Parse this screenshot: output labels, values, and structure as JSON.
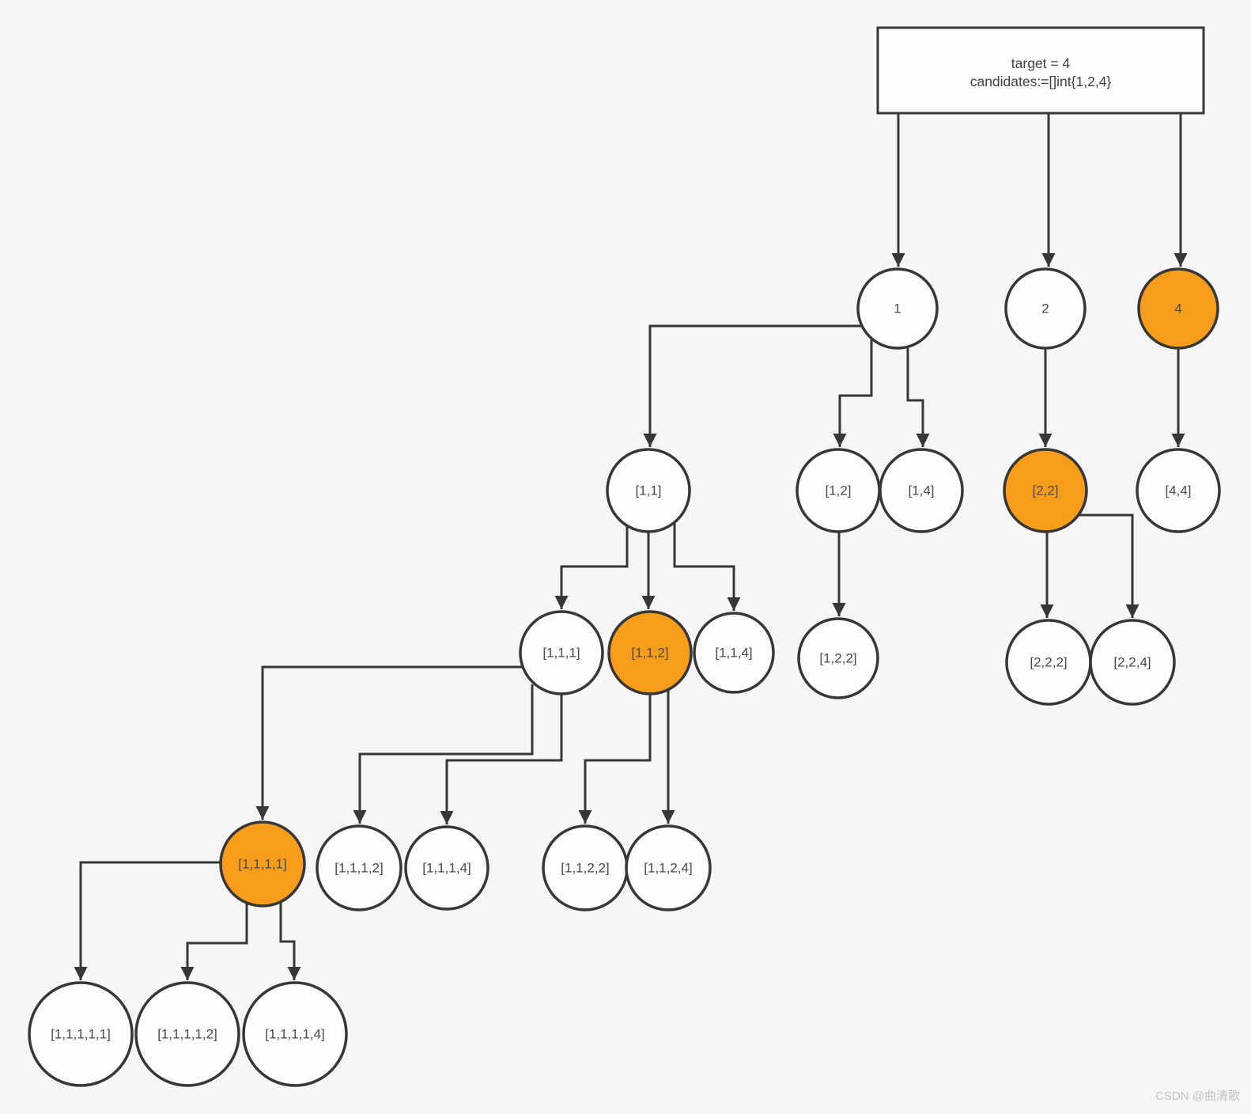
{
  "header_box": {
    "line1": "target = 4",
    "line2": "candidates:=[]int{1,2,4}"
  },
  "nodes": {
    "n_1": {
      "label": "1",
      "highlighted": false
    },
    "n_2": {
      "label": "2",
      "highlighted": false
    },
    "n_4": {
      "label": "4",
      "highlighted": true
    },
    "n_11": {
      "label": "[1,1]",
      "highlighted": false
    },
    "n_12": {
      "label": "[1,2]",
      "highlighted": false
    },
    "n_14": {
      "label": "[1,4]",
      "highlighted": false
    },
    "n_22": {
      "label": "[2,2]",
      "highlighted": true
    },
    "n_44": {
      "label": "[4,4]",
      "highlighted": false
    },
    "n_111": {
      "label": "[1,1,1]",
      "highlighted": false
    },
    "n_112": {
      "label": "[1,1,2]",
      "highlighted": true
    },
    "n_114": {
      "label": "[1,1,4]",
      "highlighted": false
    },
    "n_122": {
      "label": "[1,2,2]",
      "highlighted": false
    },
    "n_222": {
      "label": "[2,2,2]",
      "highlighted": false
    },
    "n_224": {
      "label": "[2,2,4]",
      "highlighted": false
    },
    "n_1111": {
      "label": "[1,1,1,1]",
      "highlighted": true
    },
    "n_1112": {
      "label": "[1,1,1,2]",
      "highlighted": false
    },
    "n_1114": {
      "label": "[1,1,1,4]",
      "highlighted": false
    },
    "n_1122": {
      "label": "[1,1,2,2]",
      "highlighted": false
    },
    "n_1124": {
      "label": "[1,1,2,4]",
      "highlighted": false
    },
    "n_11111": {
      "label": "[1,1,1,1,1]",
      "highlighted": false
    },
    "n_11112": {
      "label": "[1,1,1,1,2]",
      "highlighted": false
    },
    "n_11114": {
      "label": "[1,1,1,1,4]",
      "highlighted": false
    }
  },
  "edges": [
    {
      "from": "params-box",
      "to": "1"
    },
    {
      "from": "params-box",
      "to": "2"
    },
    {
      "from": "params-box",
      "to": "4"
    },
    {
      "from": "1",
      "to": "[1,1]"
    },
    {
      "from": "1",
      "to": "[1,2]"
    },
    {
      "from": "1",
      "to": "[1,4]"
    },
    {
      "from": "2",
      "to": "[2,2]"
    },
    {
      "from": "4",
      "to": "[4,4]"
    },
    {
      "from": "[1,1]",
      "to": "[1,1,1]"
    },
    {
      "from": "[1,1]",
      "to": "[1,1,2]"
    },
    {
      "from": "[1,1]",
      "to": "[1,1,4]"
    },
    {
      "from": "[1,2]",
      "to": "[1,2,2]"
    },
    {
      "from": "[2,2]",
      "to": "[2,2,2]"
    },
    {
      "from": "[2,2]",
      "to": "[2,2,4]"
    },
    {
      "from": "[1,1,1]",
      "to": "[1,1,1,1]"
    },
    {
      "from": "[1,1,1]",
      "to": "[1,1,1,2]"
    },
    {
      "from": "[1,1,1]",
      "to": "[1,1,1,4]"
    },
    {
      "from": "[1,1,2]",
      "to": "[1,1,2,2]"
    },
    {
      "from": "[1,1,2]",
      "to": "[1,1,2,4]"
    },
    {
      "from": "[1,1,1,1]",
      "to": "[1,1,1,1,1]"
    },
    {
      "from": "[1,1,1,1]",
      "to": "[1,1,1,1,2]"
    },
    {
      "from": "[1,1,1,1]",
      "to": "[1,1,1,1,4]"
    }
  ],
  "watermark": "CSDN @曲清歌",
  "colors": {
    "background": "#f6f6f6",
    "node_fill": "#fdfdfd",
    "highlight_fill": "#f89c1c",
    "stroke": "#373737",
    "text": "#4a4a4a",
    "watermark": "#c3c3c7"
  }
}
